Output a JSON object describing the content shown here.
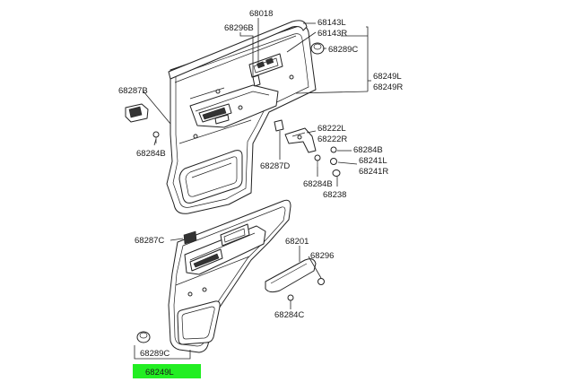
{
  "labels": {
    "p68018": "68018",
    "p68296B": "68296B",
    "p68143L": "68143L",
    "p68143R": "68143R",
    "p68289C_top": "68289C",
    "p68249L_top": "68249L",
    "p68249R_top": "68249R",
    "p68287B": "68287B",
    "p68284B_left": "68284B",
    "p68222L": "68222L",
    "p68222R": "68222R",
    "p68284B_right": "68284B",
    "p68241L": "68241L",
    "p68241R": "68241R",
    "p68287D": "68287D",
    "p68284B_mid": "68284B",
    "p68238": "68238",
    "p68287C": "68287C",
    "p68201": "68201",
    "p68296": "68296",
    "p68284C": "68284C",
    "p68289C_bottom": "68289C",
    "p68249L_bottom": "68249L"
  },
  "highlight_color": "#22ee22"
}
